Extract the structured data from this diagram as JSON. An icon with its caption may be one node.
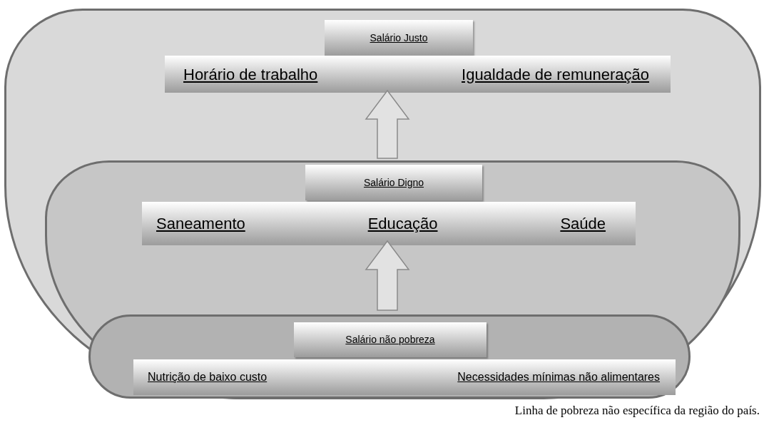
{
  "diagram": {
    "caption": "Linha de pobreza não específica da região do país.",
    "nodes": [
      {
        "text": [],
        "shape": "box"
      },
      {
        "text": [
          "Salário Justo"
        ],
        "in": 0
      },
      {
        "text": [
          "Horário de trabalho",
          "Igualdade de remuneração"
        ],
        "in": 0
      },
      {
        "text": [],
        "shape": "box",
        "in": 0
      },
      {
        "text": [
          "Salário Digno"
        ],
        "in": 3
      },
      {
        "text": [
          "Saneamento",
          "Educação",
          "Saúde"
        ],
        "in": 3
      },
      {
        "text": [],
        "shape": "box",
        "in": 3
      },
      {
        "text": [
          "Salário não pobreza"
        ],
        "in": 6
      },
      {
        "text": [
          "Nutrição de baixo custo",
          "Necessidades mínimas não alimentares"
        ],
        "in": 6
      }
    ],
    "edges": [
      {
        "from": 3,
        "to": 2,
        "arrow": "to"
      },
      {
        "from": 6,
        "to": 5,
        "arrow": "to"
      }
    ]
  }
}
